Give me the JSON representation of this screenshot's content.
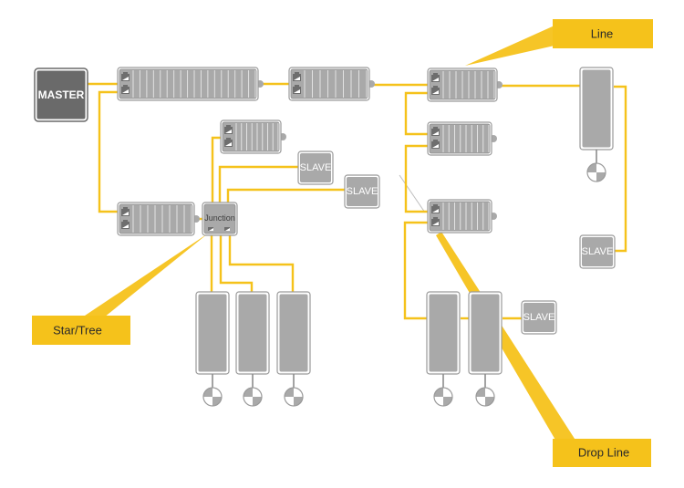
{
  "diagram": {
    "title": "Network topologies: Line, Star/Tree, Drop Line",
    "colors": {
      "cable": "#f5c21b",
      "callout": "#f5c21b",
      "device_fill": "#a9a9a9",
      "master_fill": "#6a6a6a"
    },
    "master": {
      "label": "MASTER"
    },
    "junction": {
      "label": "Junction"
    },
    "slaves": [
      {
        "id": "slave-1",
        "label": "SLAVE"
      },
      {
        "id": "slave-2",
        "label": "SLAVE"
      },
      {
        "id": "slave-3",
        "label": "SLAVE"
      },
      {
        "id": "slave-4",
        "label": "SLAVE"
      }
    ],
    "callouts": [
      {
        "id": "line",
        "label": "Line"
      },
      {
        "id": "star-tree",
        "label": "Star/Tree"
      },
      {
        "id": "drop-line",
        "label": "Drop Line"
      }
    ],
    "io_modules": [
      {
        "id": "io-1",
        "channels": 18
      },
      {
        "id": "io-2",
        "channels": 8
      },
      {
        "id": "io-3",
        "channels": 8
      },
      {
        "id": "io-4",
        "channels": 8
      },
      {
        "id": "io-5",
        "channels": 8
      },
      {
        "id": "io-6",
        "channels": 8
      },
      {
        "id": "io-7",
        "channels": 8
      }
    ],
    "drives": [
      {
        "id": "drive-1",
        "has_sensor": true
      },
      {
        "id": "drive-2",
        "has_sensor": true
      },
      {
        "id": "drive-3",
        "has_sensor": true
      },
      {
        "id": "drive-4",
        "has_sensor": true
      },
      {
        "id": "drive-5",
        "has_sensor": true
      },
      {
        "id": "drive-6",
        "has_sensor": true
      }
    ]
  }
}
